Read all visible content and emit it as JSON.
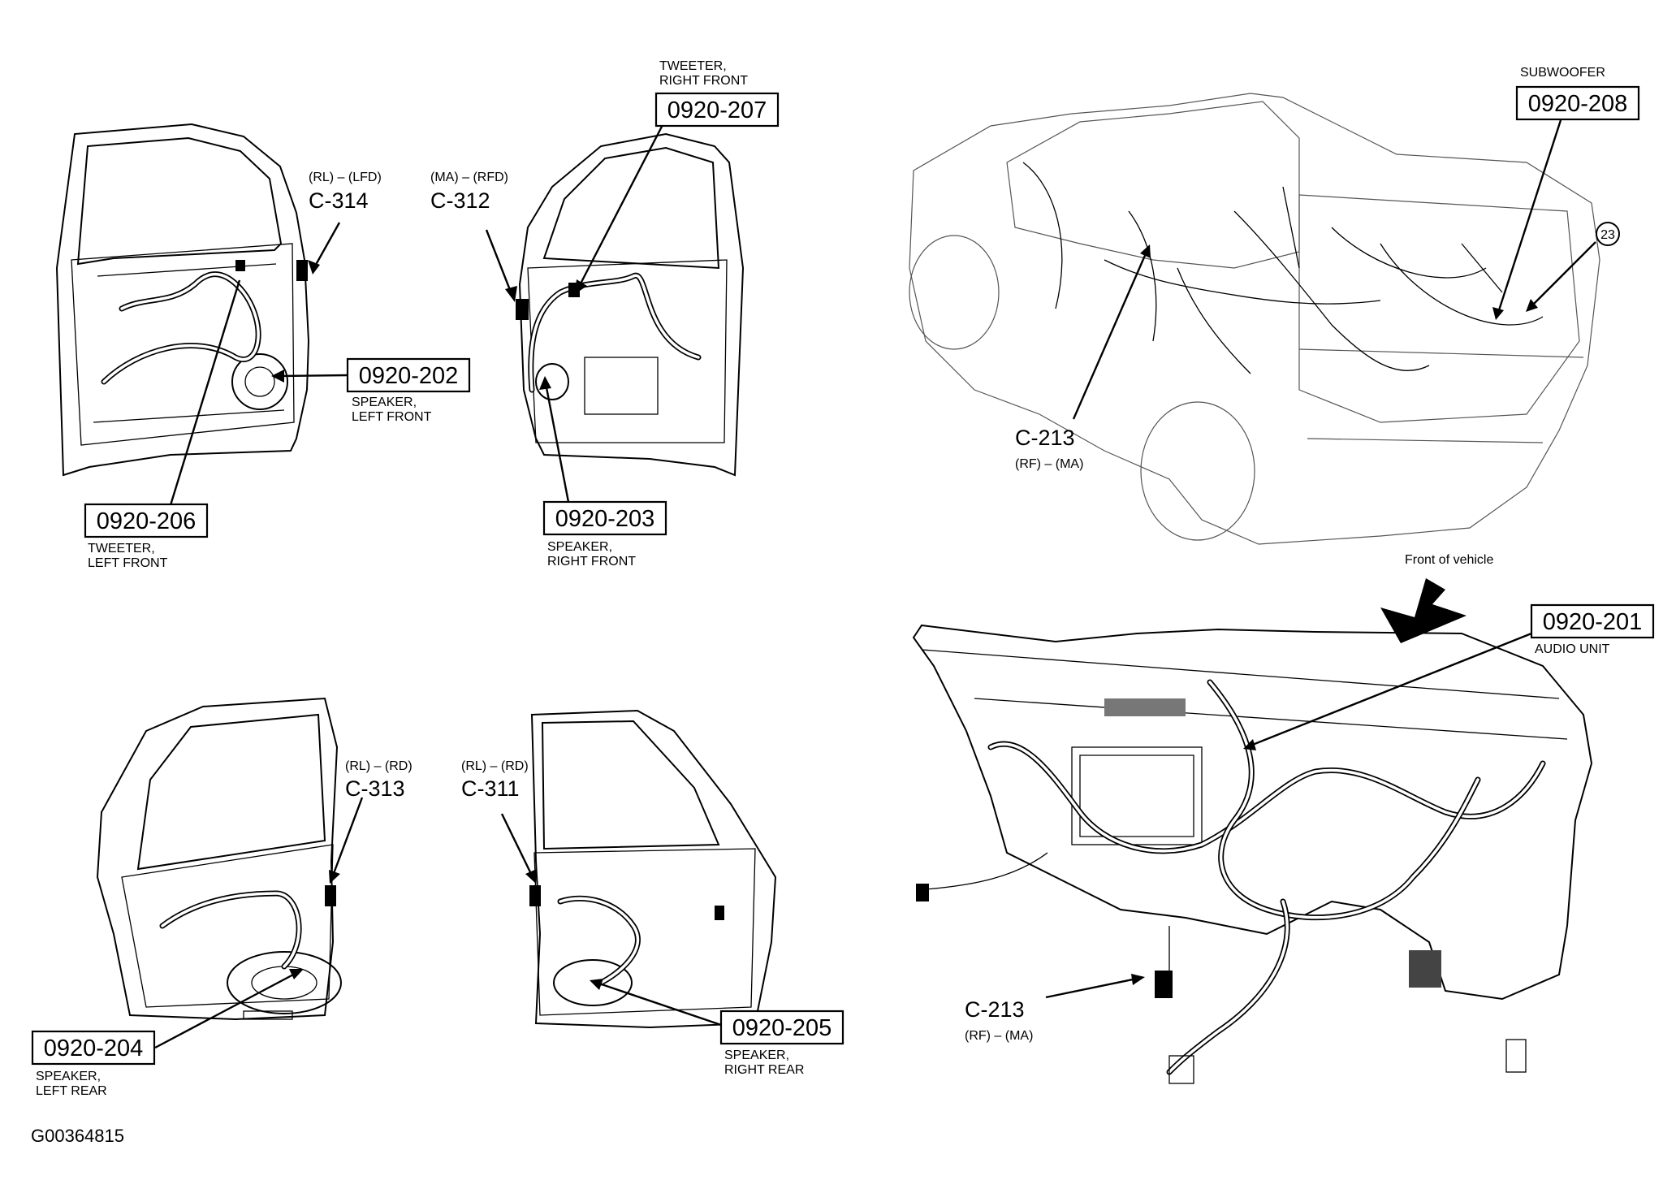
{
  "callouts": {
    "c314": {
      "circuits": "(RL) – (LFD)",
      "id": "C-314"
    },
    "c312": {
      "circuits": "(MA) – (RFD)",
      "id": "C-312"
    },
    "c313": {
      "circuits": "(RL) – (RD)",
      "id": "C-313"
    },
    "c311": {
      "circuits": "(RL) – (RD)",
      "id": "C-311"
    },
    "c213_upper": {
      "circuits": "(RF) – (MA)",
      "id": "C-213"
    },
    "c213_lower": {
      "circuits": "(RF) – (MA)",
      "id": "C-213"
    }
  },
  "components": {
    "p202": {
      "code": "0920-202",
      "line1": "SPEAKER,",
      "line2": "LEFT FRONT"
    },
    "p206": {
      "code": "0920-206",
      "line1": "TWEETER,",
      "line2": "LEFT FRONT"
    },
    "p207": {
      "code": "0920-207",
      "line1": "TWEETER,",
      "line2": "RIGHT FRONT"
    },
    "p203": {
      "code": "0920-203",
      "line1": "SPEAKER,",
      "line2": "RIGHT FRONT"
    },
    "p208": {
      "code": "0920-208",
      "line1": "SUBWOOFER"
    },
    "p201": {
      "code": "0920-201",
      "line1": "AUDIO UNIT"
    },
    "p204": {
      "code": "0920-204",
      "line1": "SPEAKER,",
      "line2": "LEFT REAR"
    },
    "p205": {
      "code": "0920-205",
      "line1": "SPEAKER,",
      "line2": "RIGHT REAR"
    }
  },
  "circled_ref": "23",
  "front_of_vehicle": "Front of vehicle",
  "figure_id": "G00364815"
}
